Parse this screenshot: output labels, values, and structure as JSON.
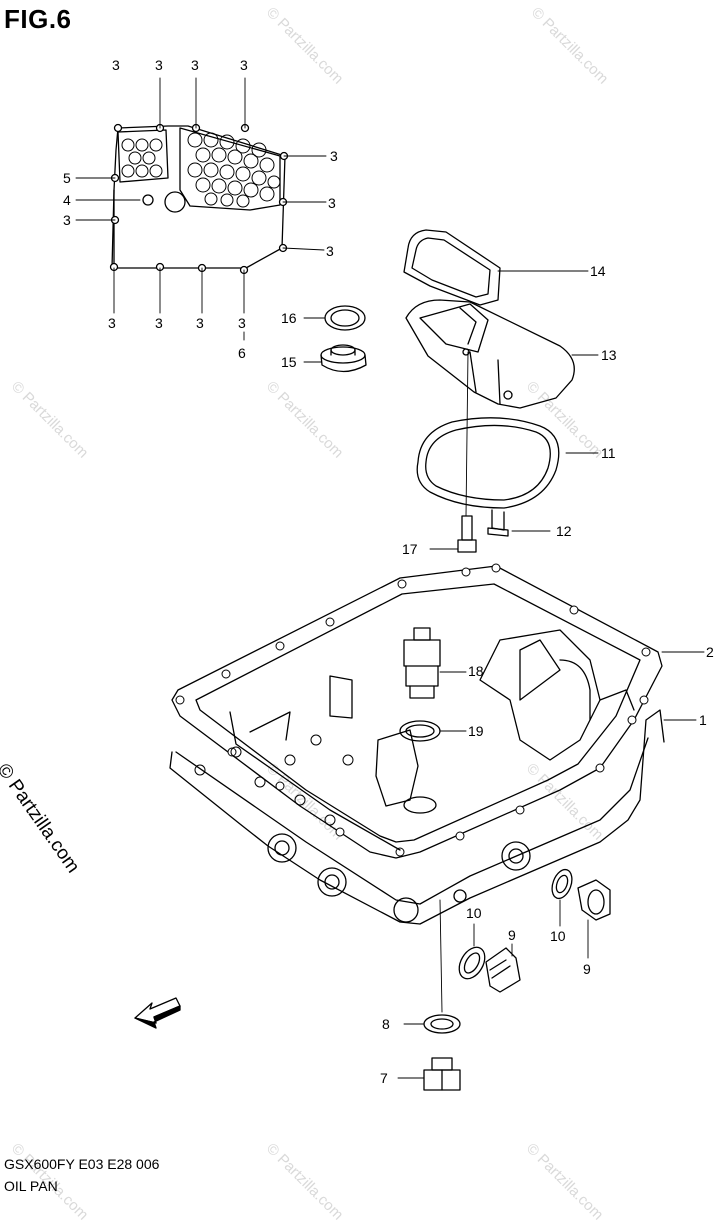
{
  "figure": {
    "title": "FIG.6",
    "model_code": "GSX600FY E03 E28  006",
    "section_name": "OIL PAN",
    "copyright_text": "© Partzilla.com",
    "watermark_text": "© Partzilla.com",
    "fwd_label": "FWD"
  },
  "callouts": {
    "c3a": "3",
    "c3b": "3",
    "c3c": "3",
    "c3d": "3",
    "c3e": "3",
    "c3f": "3",
    "c3g": "3",
    "c3h": "3",
    "c3i": "3",
    "c3j": "3",
    "c3k": "3",
    "c3l": "3",
    "c4": "4",
    "c5": "5",
    "c6": "6",
    "c14": "14",
    "c16": "16",
    "c15": "15",
    "c13": "13",
    "c11": "11",
    "c12": "12",
    "c17": "17",
    "c2": "2",
    "c18": "18",
    "c1": "1",
    "c19": "19",
    "c10a": "10",
    "c10b": "10",
    "c9a": "9",
    "c9b": "9",
    "c8": "8",
    "c7": "7"
  }
}
